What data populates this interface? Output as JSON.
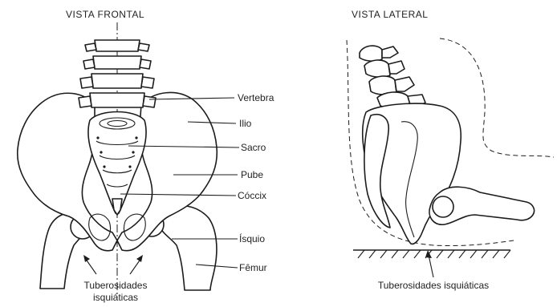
{
  "front_view": {
    "title": "VISTA FRONTAL",
    "labels": {
      "vertebra": "Vertebra",
      "ilio": "Ilio",
      "sacro": "Sacro",
      "pube": "Pube",
      "coccix": "Cóccix",
      "isquio": "Ísquio",
      "femur": "Fêmur",
      "tuberosidades_line1": "Tuberosidades",
      "tuberosidades_line2": "isquiáticas"
    }
  },
  "side_view": {
    "title": "VISTA LATERAL",
    "label": "Tuberosidades isquiáticas"
  }
}
